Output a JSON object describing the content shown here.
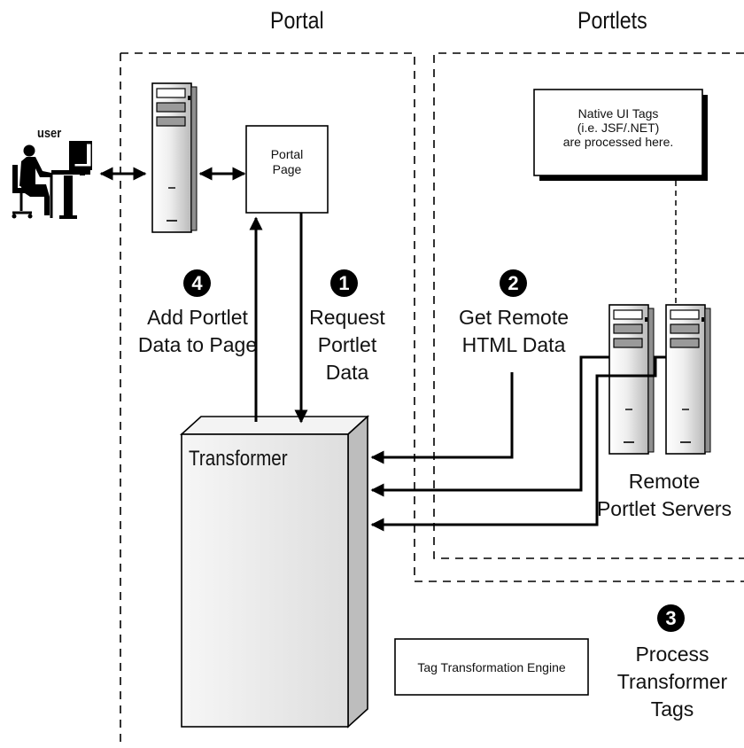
{
  "headers": {
    "portal": "Portal",
    "portlets": "Portlets"
  },
  "user_label": "user",
  "portal_page": {
    "line1": "Portal",
    "line2": "Page"
  },
  "native_tags": {
    "line1": "Native UI Tags",
    "line2": "(i.e. JSF/.NET)",
    "line3": "are processed here."
  },
  "steps": [
    {
      "number": "1",
      "lines": [
        "Request",
        "Portlet",
        "Data"
      ]
    },
    {
      "number": "2",
      "lines": [
        "Get Remote",
        "HTML Data"
      ]
    },
    {
      "number": "3",
      "lines": [
        "Process",
        "Transformer",
        "Tags"
      ]
    },
    {
      "number": "4",
      "lines": [
        "Add Portlet",
        "Data to Page"
      ]
    }
  ],
  "transformer_label": "Transformer",
  "remote_servers": {
    "line1": "Remote",
    "line2": "Portlet Servers"
  },
  "engine_label": "Tag Transformation Engine"
}
